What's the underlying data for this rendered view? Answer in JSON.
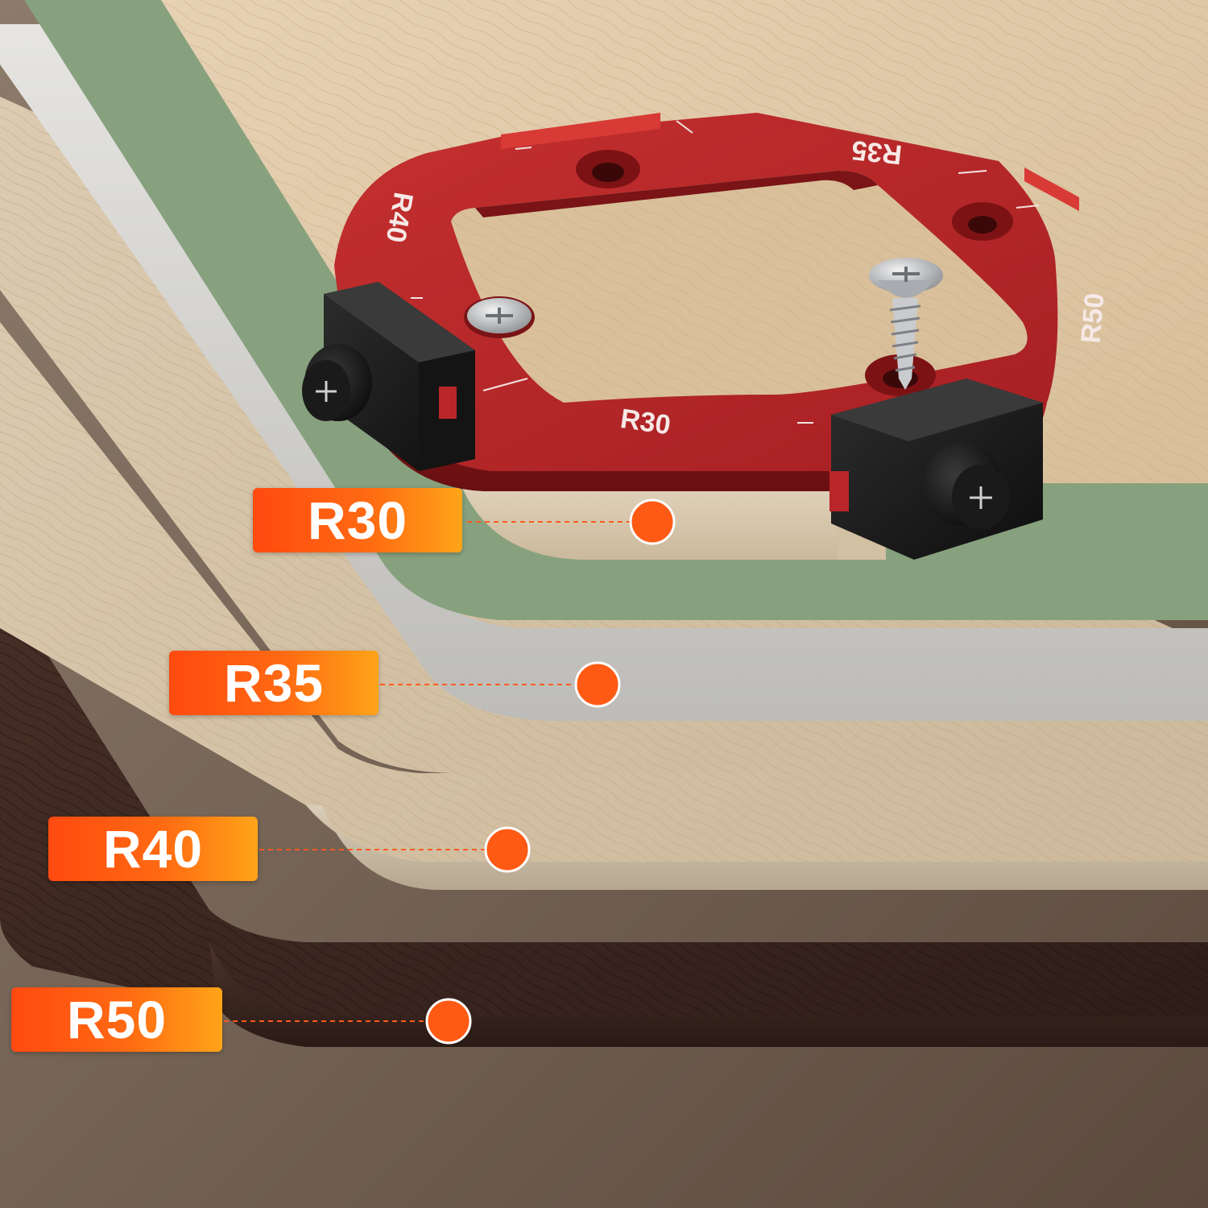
{
  "callouts": {
    "r30": {
      "label": "R30"
    },
    "r35": {
      "label": "R35"
    },
    "r40": {
      "label": "R40"
    },
    "r50": {
      "label": "R50"
    }
  },
  "template": {
    "marks": {
      "r30": "R30",
      "r35": "R35",
      "r40": "R40",
      "r50": "R50"
    }
  },
  "colors": {
    "callout_gradient_start": "#ff4a10",
    "callout_gradient_end": "#ffa418",
    "template_red": "#b8262a",
    "board_green": "#8fa886",
    "board_dark": "#3f2a22"
  },
  "icons": [
    "screw-icon",
    "knob-icon",
    "leader-dot-icon"
  ]
}
